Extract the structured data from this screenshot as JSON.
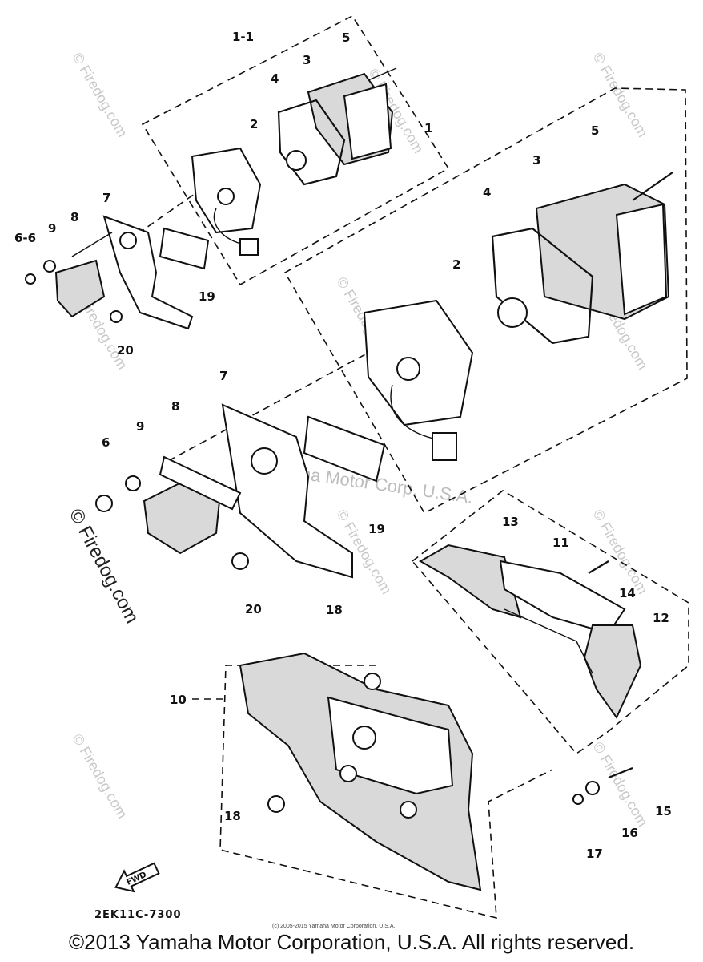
{
  "watermarks": {
    "site": "© Firedog.com",
    "center": "Yamaha Motor Corp. U.S.A."
  },
  "labels": {
    "l1_1": "1-1",
    "l1": "1",
    "l2a": "2",
    "l2b": "2",
    "l3a": "3",
    "l3b": "3",
    "l4a": "4",
    "l4b": "4",
    "l5a": "5",
    "l5b": "5",
    "l6_6": "6-6",
    "l6": "6",
    "l7a": "7",
    "l7b": "7",
    "l8a": "8",
    "l8b": "8",
    "l9a": "9",
    "l9b": "9",
    "l10": "10",
    "l11": "11",
    "l12": "12",
    "l13": "13",
    "l14": "14",
    "l15": "15",
    "l16": "16",
    "l17": "17",
    "l18a": "18",
    "l18b": "18",
    "l19a": "19",
    "l19b": "19",
    "l20a": "20",
    "l20b": "20"
  },
  "fwd_arrow": "FWD",
  "diagram_code": "2EK11C-7300",
  "small_copyright": "(c) 2005-2015 Yamaha Motor Corporation, U.S.A.",
  "footer_copyright": "©2013 Yamaha Motor Corporation, U.S.A. All rights reserved."
}
